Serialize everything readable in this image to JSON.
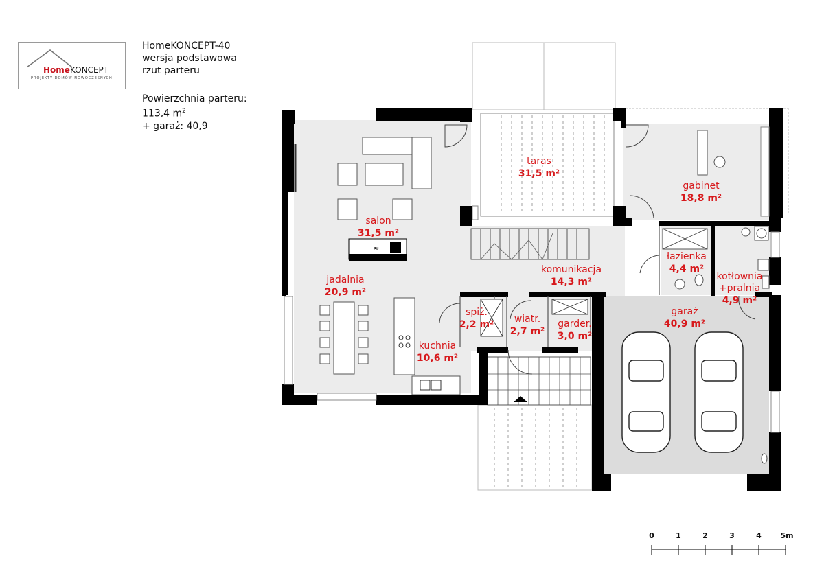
{
  "logo": {
    "brand_home": "Home",
    "brand_koncept": "KONCEPT",
    "tagline": "PROJEKTY DOMÓW NOWOCZESNYCH"
  },
  "title": {
    "line1": "HomeKONCEPT-40",
    "line2": "wersja podstawowa",
    "line3": "rzut parteru"
  },
  "area": {
    "label": "Powierzchnia parteru:",
    "value": "113,4 m",
    "value_sup": "2",
    "garage": "+ garaż: 40,9"
  },
  "rooms": [
    {
      "name": "taras",
      "area": "31,5 m²"
    },
    {
      "name": "gabinet",
      "area": "18,8 m²"
    },
    {
      "name": "salon",
      "area": "31,5 m²"
    },
    {
      "name": "łazienka",
      "area": "4,4 m²"
    },
    {
      "name": "kotłownia\n+pralnia",
      "area": "4,9 m²"
    },
    {
      "name": "komunikacja",
      "area": "14,3 m²"
    },
    {
      "name": "jadalnia",
      "area": "20,9 m²"
    },
    {
      "name": "spiż.",
      "area": "2,2 m²"
    },
    {
      "name": "wiatr.",
      "area": "2,7 m²"
    },
    {
      "name": "garder.",
      "area": "3,0 m²"
    },
    {
      "name": "garaż",
      "area": "40,9 m²"
    },
    {
      "name": "kuchnia",
      "area": "10,6 m²"
    }
  ],
  "scale": {
    "ticks": [
      "0",
      "1",
      "2",
      "3",
      "4",
      "5m"
    ]
  },
  "colors": {
    "wall": "#000000",
    "floor": "#ececec",
    "garage_floor": "#dcdcdc",
    "label": "#d7191c"
  }
}
